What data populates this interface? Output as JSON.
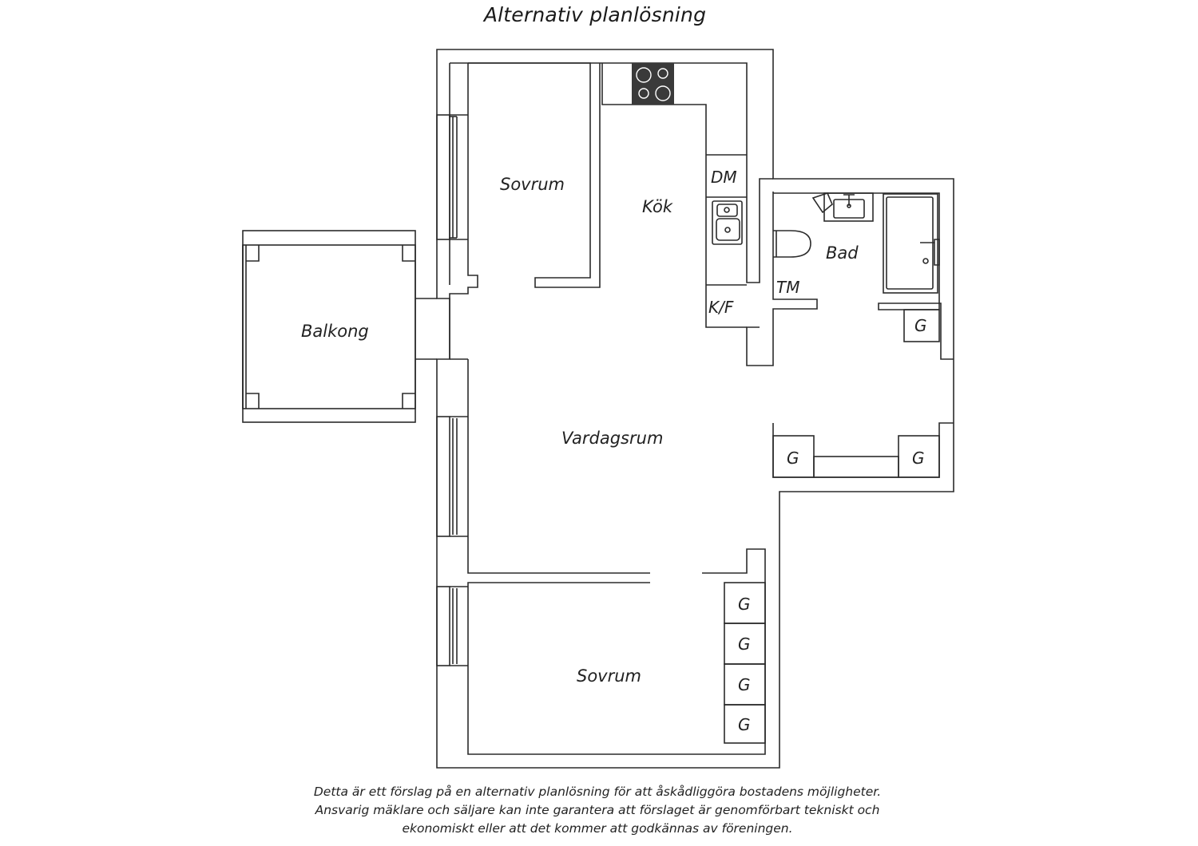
{
  "title": "Alternativ planlösning",
  "rooms": {
    "bedroom_top": "Sovrum",
    "kitchen": "Kök",
    "dishwasher": "DM",
    "fridge_freezer": "K/F",
    "bathroom": "Bad",
    "washing_machine": "TM",
    "balcony": "Balkong",
    "living_room": "Vardagsrum",
    "bedroom_bottom": "Sovrum",
    "wardrobe": "G"
  },
  "disclaimer": [
    "Detta är ett förslag på en alternativ planlösning för att åskådliggöra bostadens möjligheter.",
    "Ansvarig mäklare och säljare kan inte garantera att förslaget är genomförbart tekniskt och",
    "ekonomiskt eller att det kommer att godkännas av föreningen."
  ],
  "colors": {
    "line": "#2b2b2b",
    "text": "#222222",
    "stove": "#3a3a3a"
  }
}
